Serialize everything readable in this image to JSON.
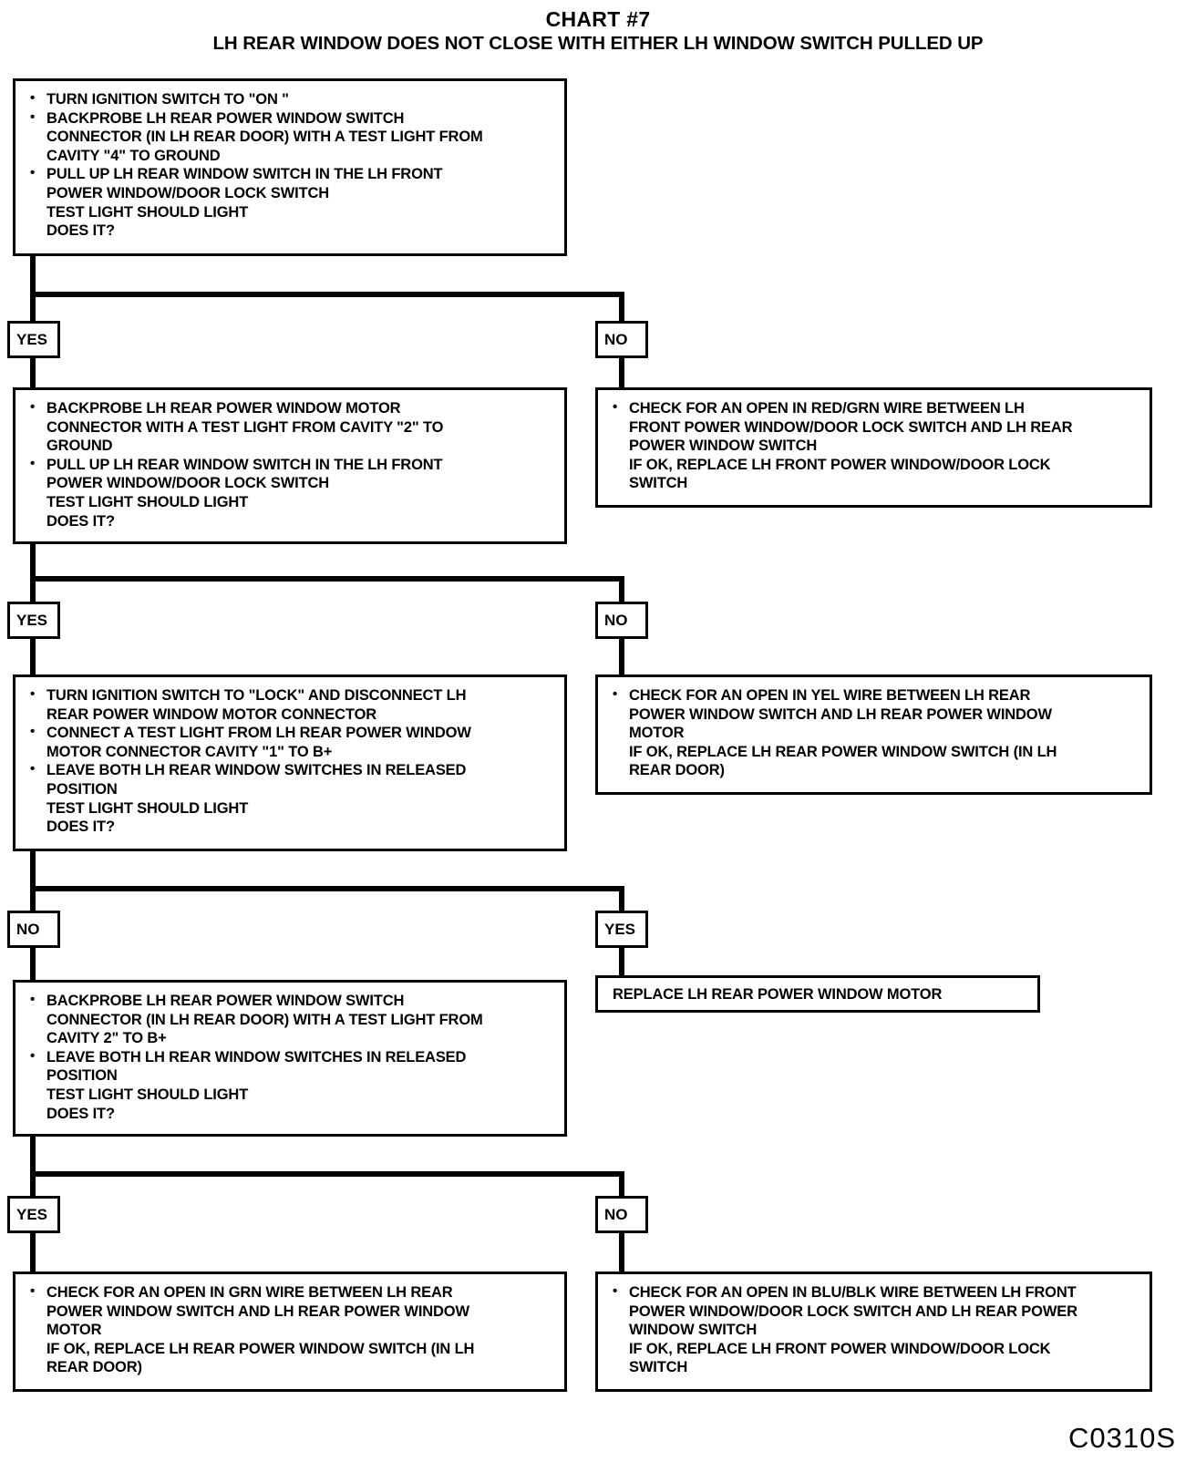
{
  "chart": {
    "title": "CHART #7",
    "subtitle": "LH REAR WINDOW DOES NOT CLOSE WITH EITHER LH WINDOW SWITCH PULLED UP",
    "reference_code": "C0310S"
  },
  "decisions": {
    "d1_yes": "YES",
    "d1_no": "NO",
    "d2_yes": "YES",
    "d2_no": "NO",
    "d3_no": "NO",
    "d3_yes": "YES",
    "d4_yes": "YES",
    "d4_no": "NO"
  },
  "nodes": {
    "step1": {
      "lines": [
        "TURN IGNITION SWITCH TO \"ON \"",
        "BACKPROBE LH REAR POWER WINDOW SWITCH",
        "CONNECTOR (IN LH REAR DOOR) WITH A TEST LIGHT FROM",
        "CAVITY \"4\" TO GROUND",
        "PULL UP LH REAR WINDOW SWITCH IN THE LH FRONT",
        "POWER WINDOW/DOOR LOCK SWITCH",
        "TEST LIGHT SHOULD LIGHT",
        "DOES IT?"
      ]
    },
    "step1_no": {
      "lines": [
        "CHECK FOR AN OPEN IN RED/GRN WIRE BETWEEN LH",
        "FRONT POWER WINDOW/DOOR LOCK SWITCH AND LH REAR",
        "POWER WINDOW SWITCH",
        "IF OK, REPLACE LH FRONT POWER WINDOW/DOOR LOCK",
        "SWITCH"
      ]
    },
    "step2": {
      "lines": [
        "BACKPROBE LH REAR POWER WINDOW MOTOR",
        "CONNECTOR WITH A TEST LIGHT FROM CAVITY \"2\" TO",
        "GROUND",
        "PULL UP LH REAR WINDOW SWITCH IN THE LH FRONT",
        "POWER WINDOW/DOOR LOCK SWITCH",
        "TEST LIGHT SHOULD LIGHT",
        "DOES IT?"
      ]
    },
    "step2_no": {
      "lines": [
        "CHECK FOR AN OPEN IN YEL WIRE BETWEEN LH REAR",
        "POWER WINDOW SWITCH AND LH REAR POWER WINDOW",
        "MOTOR",
        "IF OK, REPLACE LH REAR POWER WINDOW SWITCH (IN LH",
        "REAR DOOR)"
      ]
    },
    "step3": {
      "lines": [
        "TURN IGNITION SWITCH TO \"LOCK\" AND DISCONNECT LH",
        "REAR POWER WINDOW MOTOR CONNECTOR",
        "CONNECT A TEST LIGHT FROM LH REAR POWER WINDOW",
        "MOTOR CONNECTOR CAVITY \"1\" TO B+",
        "LEAVE BOTH LH REAR WINDOW SWITCHES IN RELEASED",
        "POSITION",
        "TEST LIGHT SHOULD LIGHT",
        "DOES IT?"
      ]
    },
    "step3_yes": {
      "lines": [
        "REPLACE LH REAR POWER WINDOW MOTOR"
      ]
    },
    "step4": {
      "lines": [
        "BACKPROBE LH REAR POWER WINDOW SWITCH",
        "CONNECTOR (IN LH REAR DOOR) WITH A TEST LIGHT FROM",
        "CAVITY  2\" TO B+",
        "LEAVE BOTH LH REAR WINDOW SWITCHES IN RELEASED",
        "POSITION",
        "TEST LIGHT SHOULD LIGHT",
        "DOES IT?"
      ]
    },
    "step4_yes": {
      "lines": [
        "CHECK FOR AN OPEN IN GRN WIRE BETWEEN LH REAR",
        "POWER WINDOW SWITCH AND LH REAR POWER WINDOW",
        "MOTOR",
        "IF OK, REPLACE LH REAR POWER WINDOW SWITCH (IN LH",
        "REAR DOOR)"
      ]
    },
    "step4_no": {
      "lines": [
        "CHECK FOR AN OPEN IN BLU/BLK WIRE BETWEEN LH FRONT",
        "POWER WINDOW/DOOR LOCK SWITCH AND LH REAR POWER",
        "WINDOW SWITCH",
        "IF OK, REPLACE LH FRONT POWER WINDOW/DOOR LOCK",
        "SWITCH"
      ]
    }
  }
}
